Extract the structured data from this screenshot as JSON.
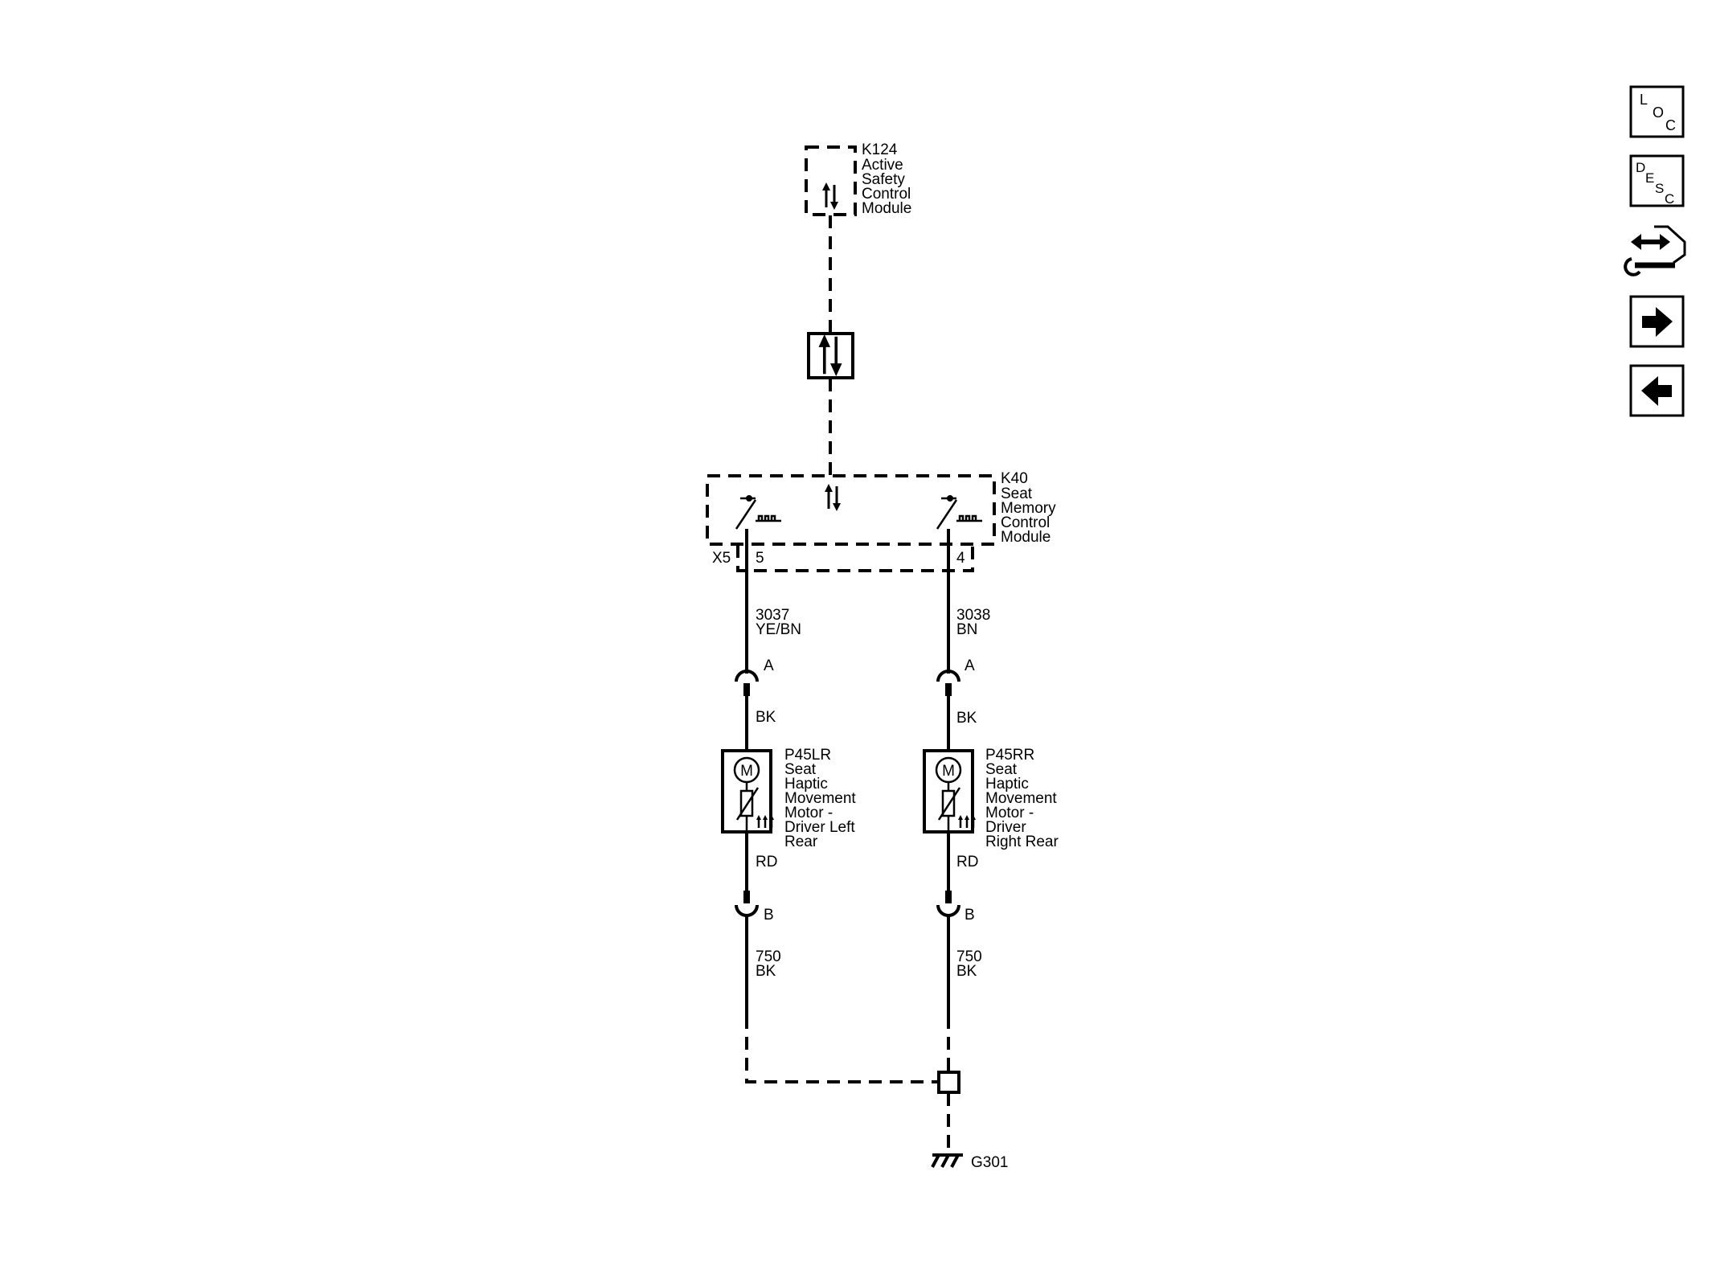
{
  "modules": {
    "k124": {
      "id": "K124",
      "lines": [
        "Active",
        "Safety",
        "Control",
        "Module"
      ]
    },
    "k40": {
      "id": "K40",
      "lines": [
        "Seat",
        "Memory",
        "Control",
        "Module"
      ]
    }
  },
  "connector": {
    "id": "X5",
    "pin_left": "5",
    "pin_right": "4"
  },
  "circuits": {
    "left_upper": {
      "number": "3037",
      "color": "YE/BN"
    },
    "right_upper": {
      "number": "3038",
      "color": "BN"
    },
    "left_ground": {
      "number": "750",
      "color": "BK"
    },
    "right_ground": {
      "number": "750",
      "color": "BK"
    }
  },
  "inline_connectors": {
    "left_a": "A",
    "right_a": "A",
    "left_b": "B",
    "right_b": "B"
  },
  "wire_colors": {
    "left_motor_in": "BK",
    "right_motor_in": "BK",
    "left_motor_out": "RD",
    "right_motor_out": "RD"
  },
  "motors": {
    "left": {
      "id": "P45LR",
      "lines": [
        "Seat",
        "Haptic",
        "Movement",
        "Motor -",
        "Driver Left",
        "Rear"
      ],
      "symbol": "M"
    },
    "right": {
      "id": "P45RR",
      "lines": [
        "Seat",
        "Haptic",
        "Movement",
        "Motor -",
        "Driver",
        "Right Rear"
      ],
      "symbol": "M"
    }
  },
  "ground": {
    "id": "G301"
  },
  "side_buttons": {
    "loc": {
      "letters": [
        "L",
        "O",
        "C"
      ]
    },
    "desc": {
      "letters": [
        "D",
        "E",
        "S",
        "C"
      ]
    },
    "service_icon": "arrows-wrench-icon",
    "next_icon": "arrow-right-icon",
    "prev_icon": "arrow-left-icon"
  }
}
